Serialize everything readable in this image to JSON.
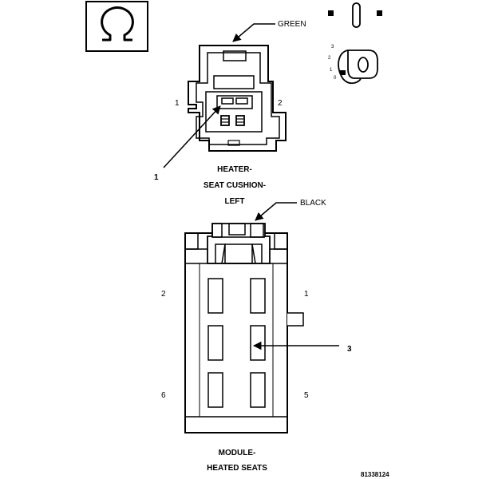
{
  "symbol": {
    "icon": "omega-icon",
    "glyph": "Ω"
  },
  "heater_connector": {
    "color_label": "GREEN",
    "pin_left": "1",
    "pin_right": "2",
    "callout": "1",
    "caption": [
      "HEATER-",
      "SEAT CUSHION-",
      "LEFT"
    ]
  },
  "module_connector": {
    "color_label": "BLACK",
    "pins": {
      "top_left": "2",
      "top_right": "1",
      "bottom_left": "6",
      "bottom_right": "5"
    },
    "callout": "3",
    "caption": [
      "MODULE-",
      "HEATED SEATS"
    ]
  },
  "terminal_detail": {
    "positions": [
      "3",
      "2",
      "1",
      "0"
    ]
  },
  "figure_code": "81338124"
}
